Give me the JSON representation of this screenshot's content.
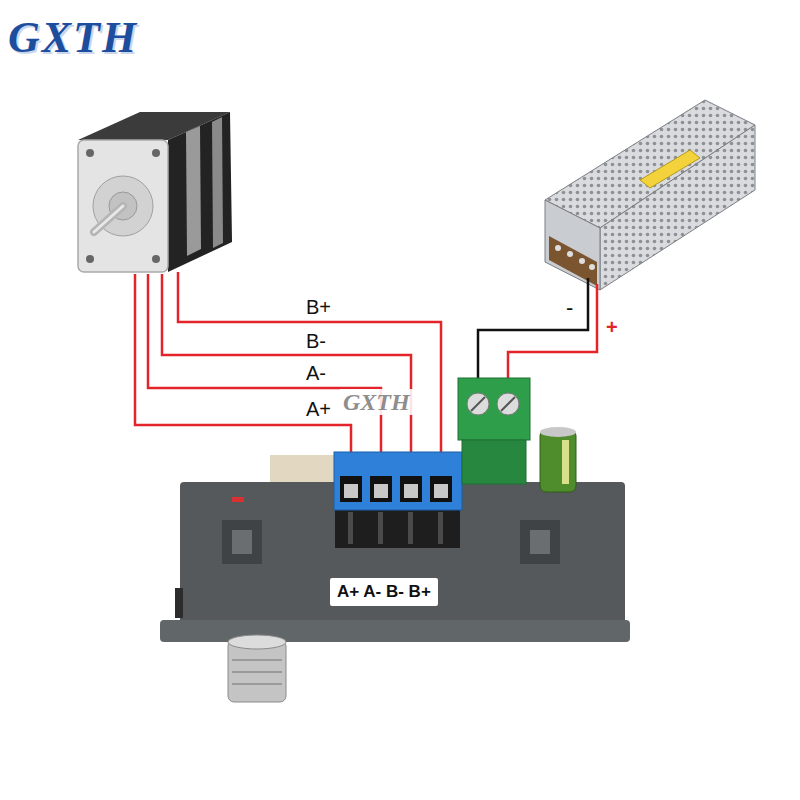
{
  "diagram": {
    "nodes": [
      {
        "text": [
          "A+ A- B- B+"
        ]
      }
    ],
    "labels": [
      "GXTH",
      "B+",
      "B-",
      "A-",
      "A+",
      "-",
      "+",
      "GXTH"
    ]
  }
}
